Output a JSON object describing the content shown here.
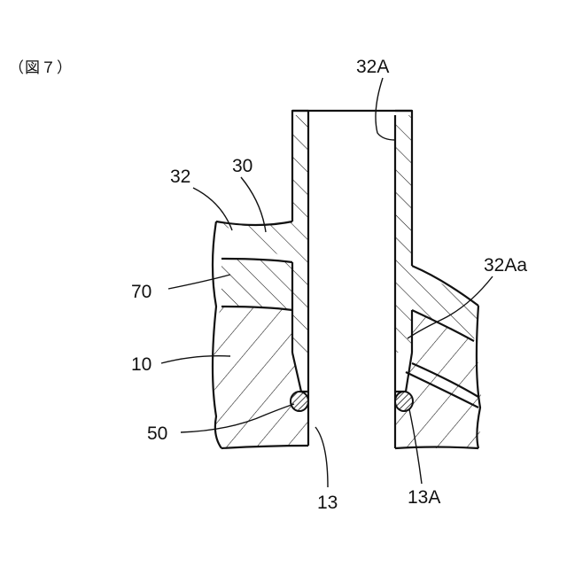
{
  "figure": {
    "caption": "（図７）",
    "labels": {
      "l32A": "32A",
      "l32": "32",
      "l30": "30",
      "l32Aa": "32Aa",
      "l70": "70",
      "l10": "10",
      "l50": "50",
      "l13": "13",
      "l13A": "13A"
    }
  },
  "colors": {
    "line": "#111111",
    "background": "#ffffff"
  }
}
